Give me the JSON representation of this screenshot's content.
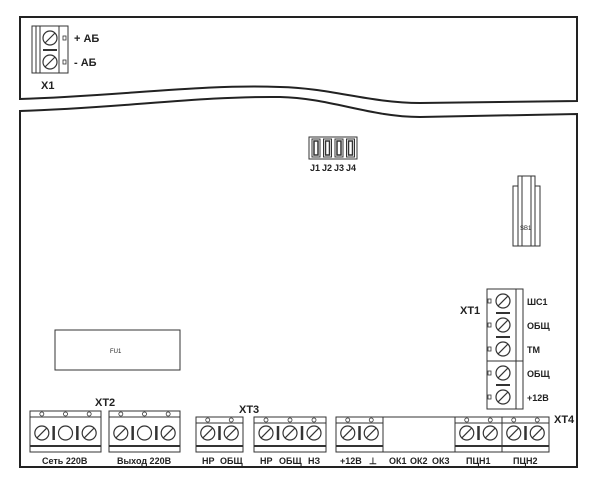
{
  "x1": {
    "name": "X1",
    "pins": [
      "+ АБ",
      "- АБ"
    ]
  },
  "jumpers": {
    "labels": [
      "J1",
      "J2",
      "J3",
      "J4"
    ]
  },
  "sb1": {
    "name": "SB1"
  },
  "fu1": {
    "name": "FU1"
  },
  "xt1": {
    "name": "XT1",
    "pins": [
      "ШС1",
      "ОБЩ",
      "ТМ",
      "ОБЩ",
      "+12В"
    ]
  },
  "xt2": {
    "name": "XT2",
    "groups": [
      "Сеть 220В",
      "Выход 220В"
    ]
  },
  "xt3": {
    "name": "XT3",
    "pins": [
      "НР",
      "ОБЩ",
      "НР",
      "ОБЩ",
      "НЗ"
    ]
  },
  "xt4": {
    "name": "XT4",
    "pins": [
      "+12В",
      "⊥",
      "ОК1",
      "ОК2",
      "ОК3",
      "ПЦН1",
      "ПЦН2"
    ]
  }
}
